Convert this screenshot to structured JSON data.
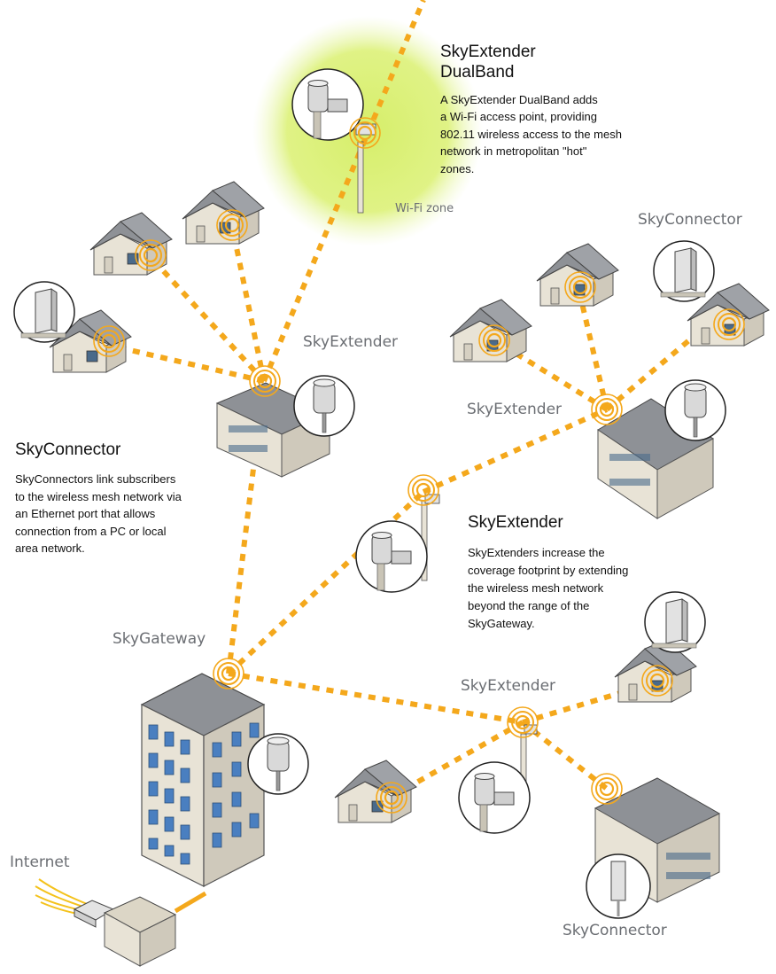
{
  "dualband": {
    "title_line1": "SkyExtender",
    "title_line2": "DualBand",
    "description": [
      "A SkyExtender DualBand adds",
      "a Wi-Fi access point, providing",
      "802.11 wireless access to the mesh",
      "network in metropolitan \"hot\"",
      "zones."
    ],
    "zone_label": "Wi-Fi zone"
  },
  "skyconnector_info": {
    "title": "SkyConnector",
    "description": [
      "SkyConnectors link subscribers",
      "to the wireless mesh network via",
      "an Ethernet port that allows",
      "connection from a PC or local",
      "area network."
    ]
  },
  "skyextender_info": {
    "title": "SkyExtender",
    "description": [
      "SkyExtenders increase the",
      "coverage footprint by extending",
      "the wireless mesh network",
      "beyond the range of the",
      "SkyGateway."
    ]
  },
  "labels": {
    "skyextender_left": "SkyExtender",
    "skyextender_right": "SkyExtender",
    "skyextender_bottom": "SkyExtender",
    "skyconnector_top_right": "SkyConnector",
    "skyconnector_bottom_right": "SkyConnector",
    "skygateway": "SkyGateway",
    "internet": "Internet"
  },
  "colors": {
    "link": "#f4a81c",
    "wifi_zone": "#d9f07a",
    "roof": "#8e9196",
    "wall": "#e6e1d5",
    "window": "#4a7fc0"
  }
}
